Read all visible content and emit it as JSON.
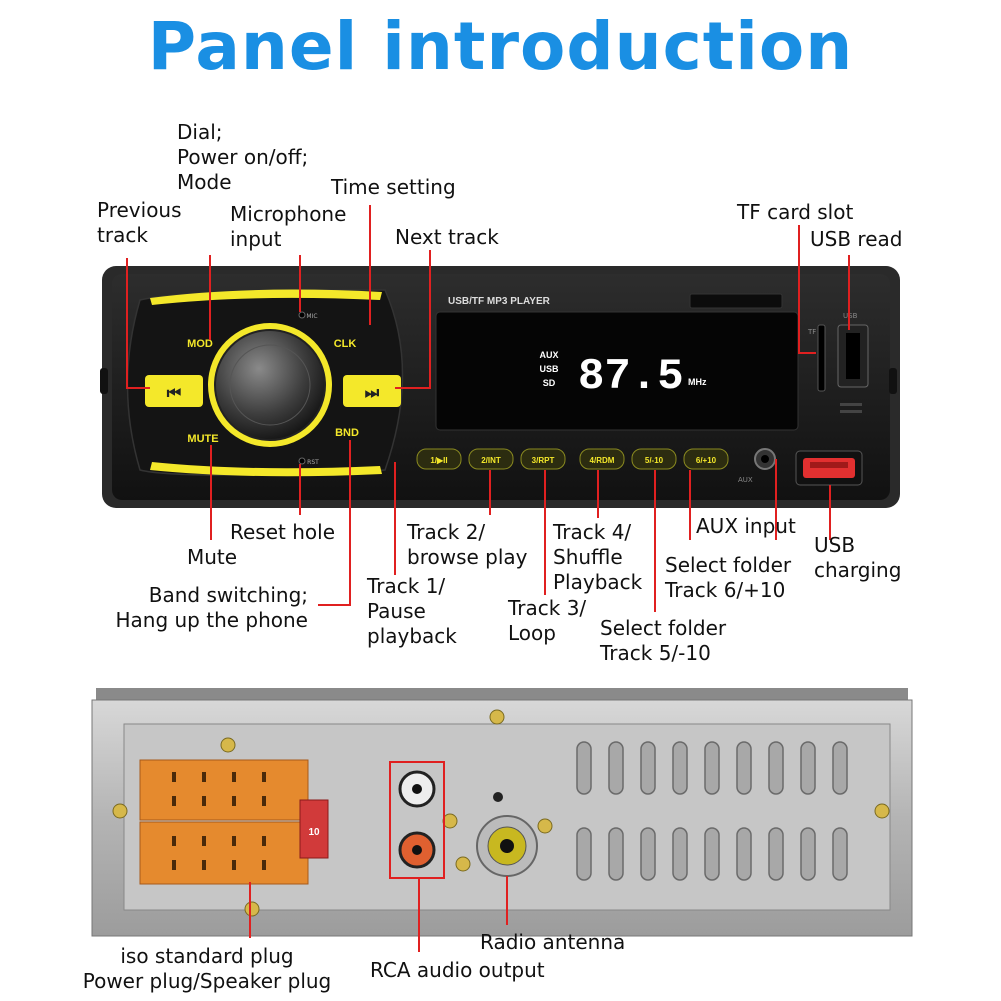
{
  "title": "Panel introduction",
  "front_labels": {
    "dial": "Dial;\nPower on/off;\nMode",
    "time_setting": "Time setting",
    "previous_track": "Previous\ntrack",
    "microphone": "Microphone\ninput",
    "next_track": "Next track",
    "tf_card": "TF card slot",
    "usb_read": "USB read",
    "reset_hole": "Reset hole",
    "mute": "Mute",
    "band": "Band switching;\nHang up the phone",
    "track2": "Track 2/\nbrowse play",
    "track1": "Track 1/\nPause\nplayback",
    "track4": "Track 4/\nShuffle\nPlayback",
    "track3": "Track 3/\nLoop",
    "aux_input": "AUX input",
    "folder_plus": "Select folder\nTrack 6/+10",
    "folder_minus": "Select folder\nTrack 5/-10",
    "usb_charging": "USB\ncharging"
  },
  "rear_labels": {
    "iso_plug": "iso standard plug\nPower plug/Speaker plug",
    "radio_antenna": "Radio antenna",
    "rca": "RCA audio output"
  },
  "device": {
    "model_text": "USB/TF MP3 PLAYER",
    "display_value": "87.5",
    "display_unit": "MHz",
    "sources": [
      "AUX",
      "USB",
      "SD"
    ],
    "mod_label": "MOD",
    "clk_label": "CLK",
    "mute_label": "MUTE",
    "bnd_label": "BND",
    "mic_label": "MIC",
    "rst_label": "RST",
    "aux_label": "AUX",
    "tf_label": "TF",
    "usb_label": "USB",
    "prev_glyph": "⏮",
    "next_glyph": "⏭",
    "buttons": [
      "1/▶II",
      "2/INT",
      "3/RPT",
      "4/RDM",
      "5/-10",
      "6/+10"
    ],
    "fuse_label": "10"
  },
  "colors": {
    "title": "#1a8fe3",
    "pointer": "#e02020",
    "accent_yellow": "#f4e82a",
    "panel_dark": "#1c1c1c",
    "usb_red": "#e23030"
  }
}
